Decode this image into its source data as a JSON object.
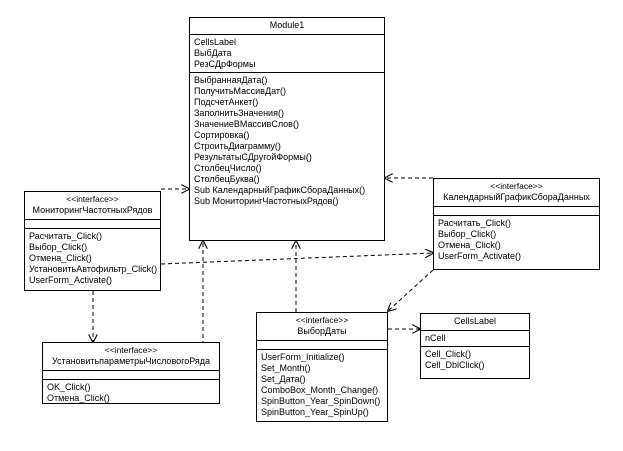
{
  "classes": {
    "module1": {
      "name": "Module1",
      "attributes": [
        "CellsLabel",
        "ВыбДата",
        "РезСДрФормы"
      ],
      "operations": [
        "ВыбраннаяДата()",
        "ПолучитьМассивДат()",
        "ПодсчетАнкет()",
        "ЗаполнитьЗначения()",
        "ЗначениеВМассивСлов()",
        "Сортировка()",
        "СтроитьДиаграмму()",
        "РезультатыСДругойФормы()",
        "СтолбецЧисло()",
        "СтолбецБуква()",
        "Sub КалендарныйГрафикСбораДанных()",
        "Sub МониторингЧастотныхРядов()"
      ]
    },
    "monitoring": {
      "stereotype": "<<interface>>",
      "name": "МониторингЧастотныхРядов",
      "attributes": [],
      "operations": [
        "Расчитать_Click()",
        "Выбор_Click()",
        "Отмена_Click()",
        "УстановитьАвтофильтр_Click()",
        "UserForm_Activate()"
      ]
    },
    "calendar": {
      "stereotype": "<<interface>>",
      "name": "КалендарныйГрафикСбораДанных",
      "attributes": [],
      "operations": [
        "Расчитать_Click()",
        "Выбор_Click()",
        "Отмена_Click()",
        "UserForm_Activate()"
      ]
    },
    "params": {
      "stereotype": "<<interface>>",
      "name": "УстановитьпараметрыЧисловогоРяда",
      "attributes": [],
      "operations": [
        "OK_Click()",
        "Отмена_Click()"
      ]
    },
    "date": {
      "stereotype": "<<interface>>",
      "name": "ВыборДаты",
      "attributes": [],
      "operations": [
        "UserForm_Initialize()",
        "Set_Month()",
        "Set_Дата()",
        "ComboBox_Month_Change()",
        "SpinButton_Year_SpinDown()",
        "SpinButton_Year_SpinUp()"
      ]
    },
    "cellslabel": {
      "name": "CellsLabel",
      "attributes": [
        "nCell"
      ],
      "operations": [
        "Cell_Click()",
        "Cell_DblClick()"
      ]
    }
  },
  "edges": [
    {
      "from": "monitoring",
      "to": "module1",
      "style": "dashed-open-arrow"
    },
    {
      "from": "calendar",
      "to": "module1",
      "style": "dashed-open-arrow"
    },
    {
      "from": "params",
      "to": "module1",
      "style": "dashed-open-arrow"
    },
    {
      "from": "date",
      "to": "module1",
      "style": "dashed-open-arrow"
    },
    {
      "from": "monitoring",
      "to": "calendar",
      "style": "dashed-open-arrow"
    },
    {
      "from": "monitoring",
      "to": "params",
      "style": "dashed-open-arrow"
    },
    {
      "from": "calendar",
      "to": "date",
      "style": "dashed-open-arrow"
    },
    {
      "from": "date",
      "to": "cellslabel",
      "style": "dashed-open-arrow"
    }
  ]
}
